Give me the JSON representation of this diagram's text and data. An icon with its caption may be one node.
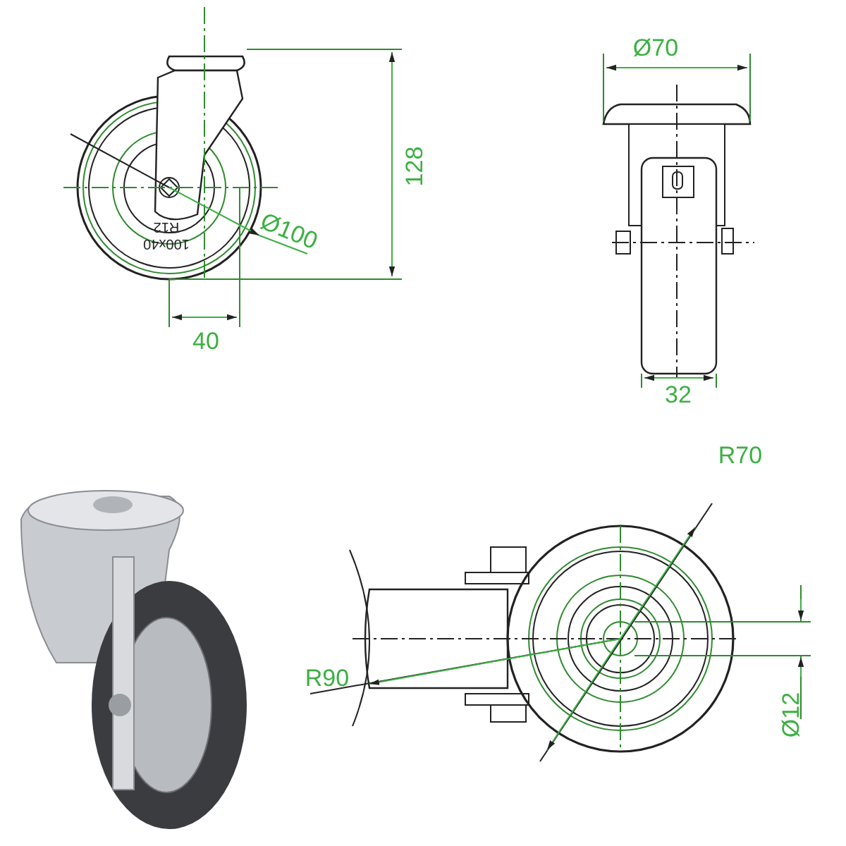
{
  "diagram": {
    "labels": [
      "Ø70",
      "128",
      "Ø100",
      "R12",
      "100x40",
      "40",
      "32",
      "R70",
      "R90",
      "Ø12"
    ]
  }
}
